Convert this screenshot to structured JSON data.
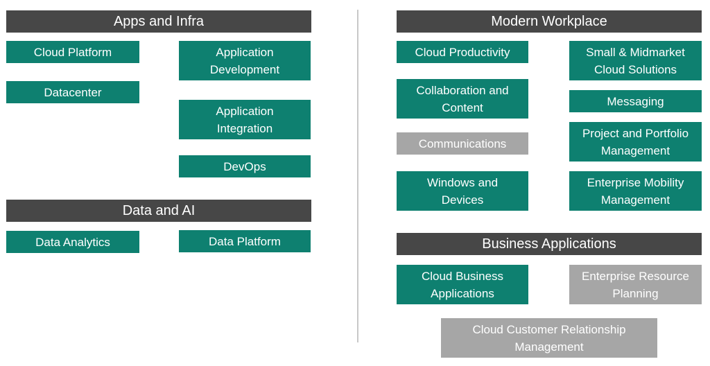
{
  "sections": {
    "apps_infra": {
      "title": "Apps and Infra",
      "cloud_platform": "Cloud Platform",
      "datacenter": "Datacenter",
      "application_development": "Application\nDevelopment",
      "application_integration": "Application\nIntegration",
      "devops": "DevOps"
    },
    "data_ai": {
      "title": "Data and AI",
      "data_analytics": "Data Analytics",
      "data_platform": "Data Platform"
    },
    "modern_workplace": {
      "title": "Modern Workplace",
      "cloud_productivity": "Cloud Productivity",
      "collaboration_content": "Collaboration and\nContent",
      "communications": "Communications",
      "windows_devices": "Windows and\nDevices",
      "small_midmarket": "Small & Midmarket\nCloud Solutions",
      "messaging": "Messaging",
      "project_portfolio": "Project and Portfolio\nManagement",
      "enterprise_mobility": "Enterprise Mobility\nManagement"
    },
    "business_applications": {
      "title": "Business Applications",
      "cloud_business_apps": "Cloud Business\nApplications",
      "erp": "Enterprise Resource\nPlanning",
      "crm": "Cloud Customer Relationship\nManagement"
    }
  },
  "colors": {
    "header": "#474747",
    "teal": "#0e8070",
    "gray": "#a6a6a6"
  }
}
